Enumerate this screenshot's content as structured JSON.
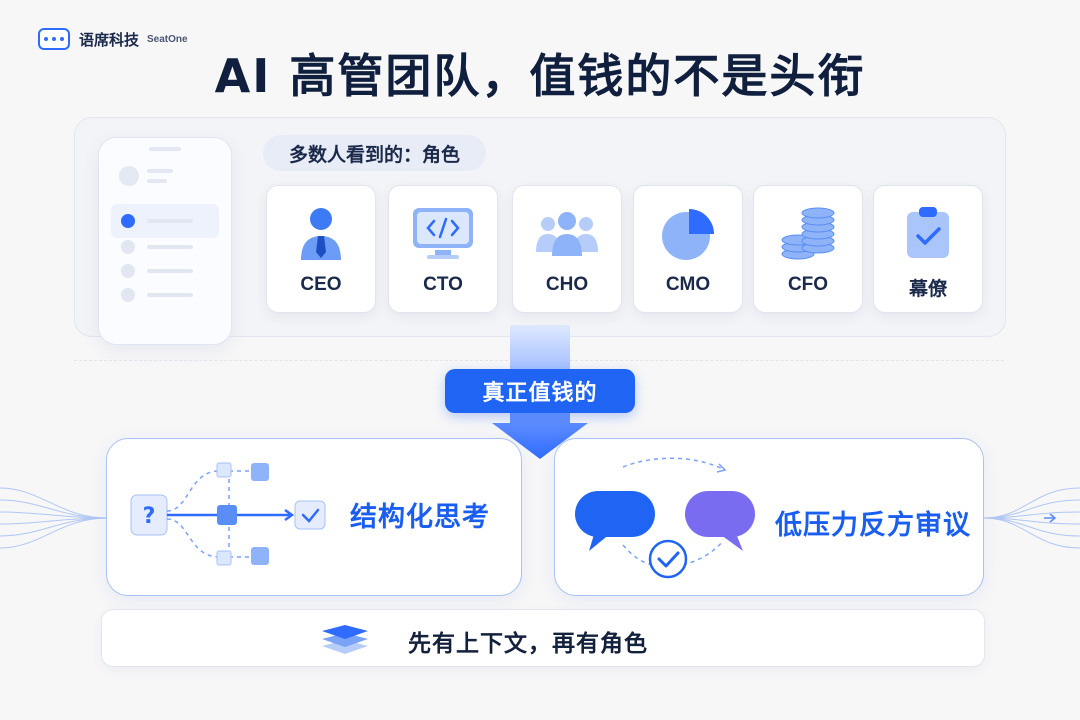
{
  "brand": {
    "name_cn": "语席科技",
    "name_en": "SeatOne"
  },
  "title": "AI 高管团队，值钱的不是头衔",
  "roles_section": {
    "label": "多数人看到的：角色",
    "roles": [
      {
        "label": "CEO",
        "icon": "person-tie-icon"
      },
      {
        "label": "CTO",
        "icon": "code-monitor-icon"
      },
      {
        "label": "CHO",
        "icon": "people-group-icon"
      },
      {
        "label": "CMO",
        "icon": "pie-chart-icon"
      },
      {
        "label": "CFO",
        "icon": "coin-stack-icon"
      },
      {
        "label": "幕僚",
        "icon": "clipboard-check-icon"
      }
    ]
  },
  "cta": {
    "label": "真正值钱的"
  },
  "values": [
    {
      "label": "结构化思考",
      "icon": "structure-flow-icon"
    },
    {
      "label": "低压力反方审议",
      "icon": "debate-bubbles-icon"
    }
  ],
  "footer": {
    "label": "先有上下文，再有角色",
    "icon": "layers-icon"
  },
  "colors": {
    "accent": "#1f64f2",
    "accent_light": "#a9c2f5",
    "purple": "#7a6cf0",
    "text": "#14213d"
  }
}
